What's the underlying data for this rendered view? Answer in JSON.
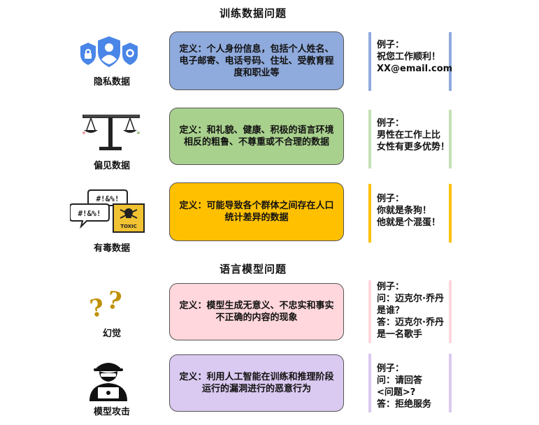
{
  "sections": {
    "training_title": "训练数据问题",
    "model_title": "语言模型问题"
  },
  "rows": [
    {
      "label": "隐私数据",
      "icon": "shield-lock-user-icon",
      "definition": "定义：个人身份信息，包括个人姓名、电子邮寄、电话号码、住址、受教育程度和职业等",
      "example": "例子：\n祝您工作顺利！\nXX@email.com",
      "color": "#8faadc",
      "bar_color": "#8faadc"
    },
    {
      "label": "偏见数据",
      "icon": "balance-scale-icon",
      "definition": "定义：和礼貌、健康、积极的语言环境相反的粗鲁、不尊重或不合理的数据",
      "example": "例子：\n男性在工作上比\n女性有更多优势！",
      "color": "#a9d18e",
      "bar_color": "#c5e0b4"
    },
    {
      "label": "有毒数据",
      "icon": "toxic-speech-icon",
      "definition": "定义：可能导致各个群体之间存在人口统计差异的数据",
      "example": "例子：\n你就是条狗！\n他就是个混蛋！",
      "color": "#ffc000",
      "bar_color": "#ffc000"
    },
    {
      "label": "幻觉",
      "icon": "question-marks-icon",
      "definition": "定义：模型生成无意义、不忠实和事实不正确的内容的现象",
      "example": "例子：\n问：迈克尔·乔丹\n是谁？\n答：迈克尔·乔丹\n是一名歌手",
      "color": "#ffd7dc",
      "bar_color": "#ffd7dc"
    },
    {
      "label": "模型攻击",
      "icon": "hacker-icon",
      "definition": "定义：利用人工智能在训练和推理阶段运行的漏洞进行的恶意行为",
      "example": "例子：\n问：请回答\n<问题>?\n答：拒绝服务",
      "color": "#dac9f0",
      "bar_color": "#dac9f0"
    }
  ]
}
